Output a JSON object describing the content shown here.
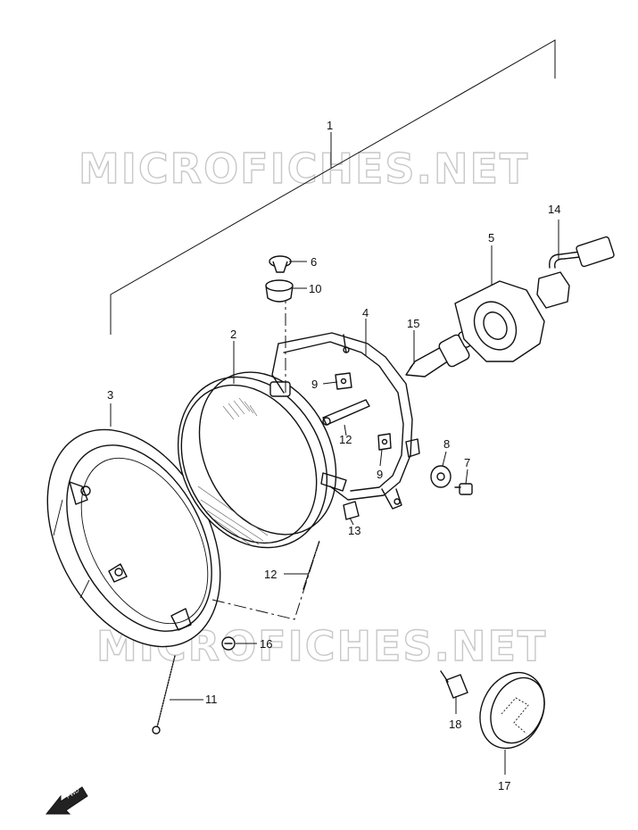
{
  "watermark": {
    "text_top": "MICROFICHES.NET",
    "text_bottom": "MICROFICHES.NET",
    "color": "#c8c8c8"
  },
  "fwd_arrow": {
    "label": "FWD"
  },
  "callouts": [
    {
      "id": "1",
      "label": "1"
    },
    {
      "id": "2",
      "label": "2"
    },
    {
      "id": "3",
      "label": "3"
    },
    {
      "id": "4",
      "label": "4"
    },
    {
      "id": "5",
      "label": "5"
    },
    {
      "id": "6",
      "label": "6"
    },
    {
      "id": "7",
      "label": "7"
    },
    {
      "id": "8",
      "label": "8"
    },
    {
      "id": "9a",
      "label": "9"
    },
    {
      "id": "9b",
      "label": "9"
    },
    {
      "id": "10",
      "label": "10"
    },
    {
      "id": "11",
      "label": "11"
    },
    {
      "id": "12a",
      "label": "12"
    },
    {
      "id": "12b",
      "label": "12"
    },
    {
      "id": "13",
      "label": "13"
    },
    {
      "id": "14",
      "label": "14"
    },
    {
      "id": "15",
      "label": "15"
    },
    {
      "id": "16",
      "label": "16"
    },
    {
      "id": "17",
      "label": "17"
    },
    {
      "id": "18",
      "label": "18"
    }
  ]
}
